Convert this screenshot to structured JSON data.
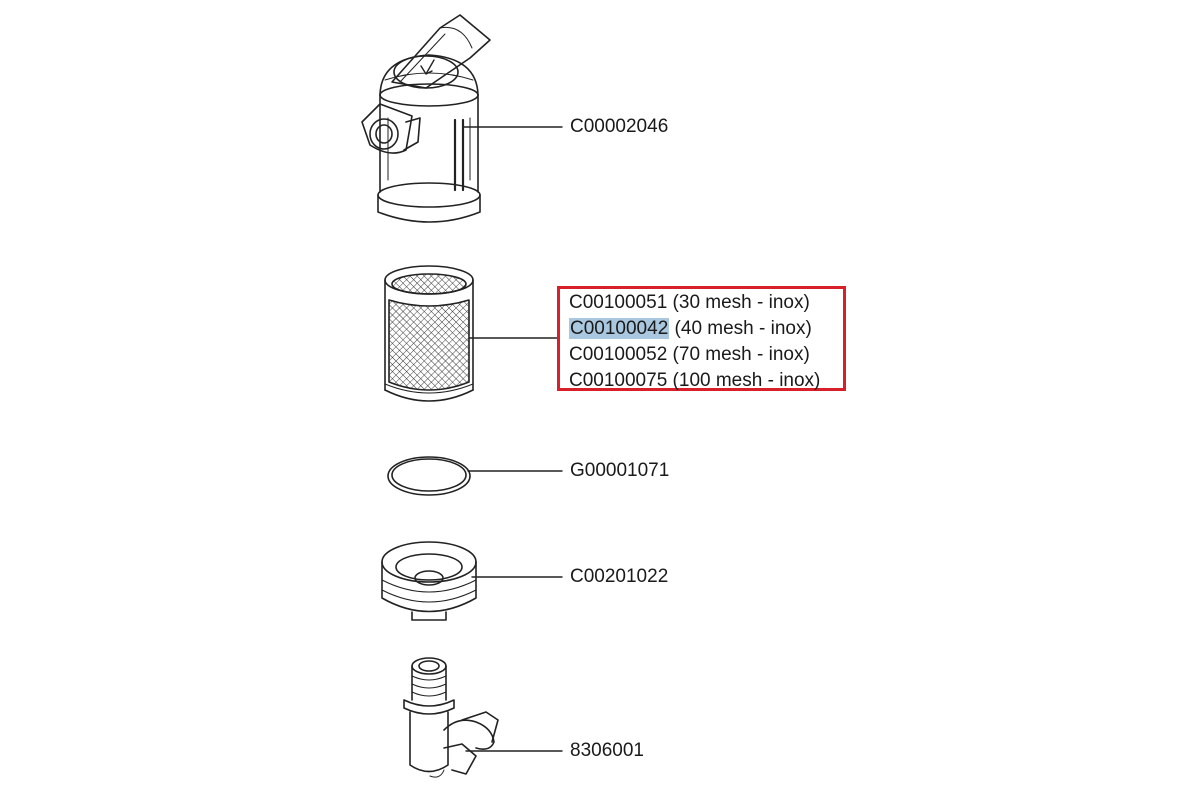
{
  "parts": [
    {
      "id": "filter-housing",
      "code": "C00002046"
    },
    {
      "id": "mesh-cartridge",
      "options": [
        {
          "code": "C00100051",
          "desc": "(30 mesh - inox)",
          "selected": false
        },
        {
          "code": "C00100042",
          "desc": "(40 mesh - inox)",
          "selected": true
        },
        {
          "code": "C00100052",
          "desc": "(70 mesh - inox)",
          "selected": false
        },
        {
          "code": "C00100075",
          "desc": "(100 mesh - inox)",
          "selected": false
        }
      ]
    },
    {
      "id": "o-ring",
      "code": "G00001071"
    },
    {
      "id": "threaded-cap",
      "code": "C00201022"
    },
    {
      "id": "drain-valve",
      "code": "8306001"
    }
  ],
  "colors": {
    "highlight_border": "#d8202a",
    "selection": "#a9c7df",
    "line": "#1a1a1a"
  }
}
